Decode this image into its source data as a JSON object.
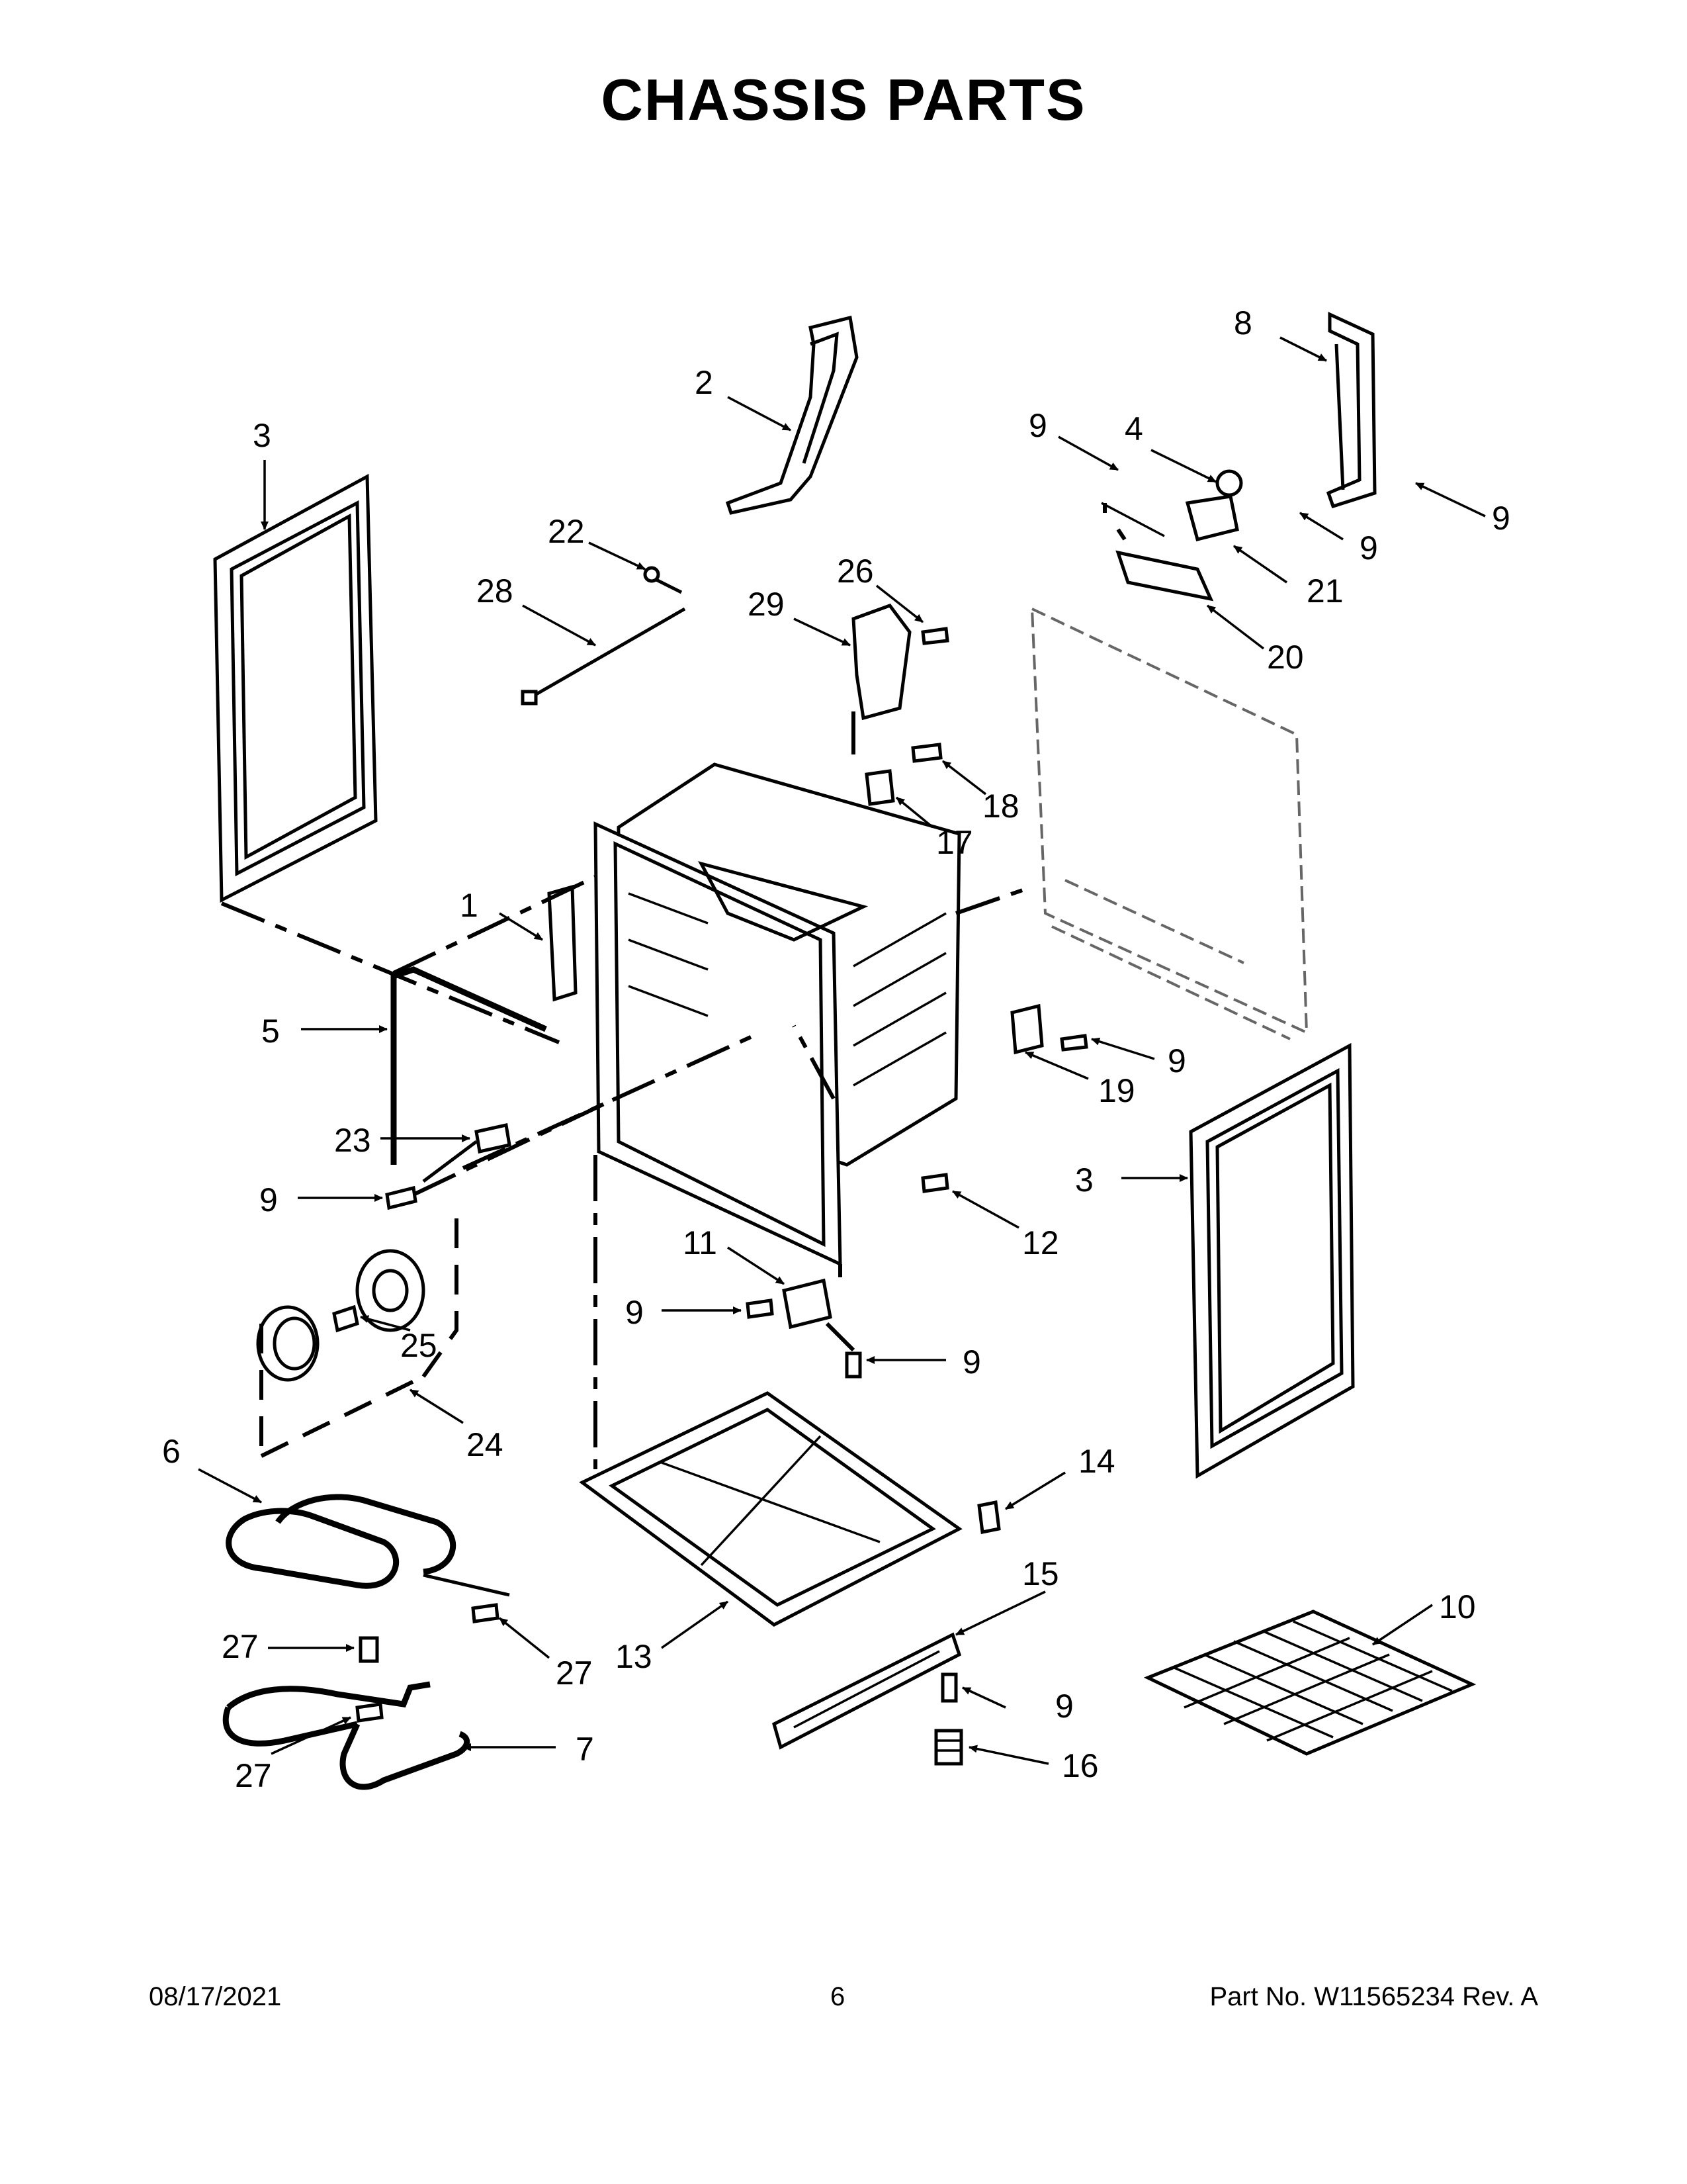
{
  "title": "CHASSIS PARTS",
  "footer": {
    "date": "08/17/2021",
    "page": "6",
    "part_number": "Part No.  W11565234  Rev.  A"
  },
  "callouts": {
    "c1": "1",
    "c2": "2",
    "c3a": "3",
    "c3b": "3",
    "c4": "4",
    "c5": "5",
    "c6": "6",
    "c7": "7",
    "c8": "8",
    "c9a": "9",
    "c9b": "9",
    "c9c": "9",
    "c9d": "9",
    "c9e": "9",
    "c9f": "9",
    "c9g": "9",
    "c9h": "9",
    "c10": "10",
    "c11": "11",
    "c12": "12",
    "c13": "13",
    "c14": "14",
    "c15": "15",
    "c16": "16",
    "c17": "17",
    "c18": "18",
    "c19": "19",
    "c20": "20",
    "c21": "21",
    "c22": "22",
    "c23": "23",
    "c24": "24",
    "c25": "25",
    "c26": "26",
    "c27a": "27",
    "c27b": "27",
    "c27c": "27",
    "c28": "28",
    "c29": "29"
  }
}
